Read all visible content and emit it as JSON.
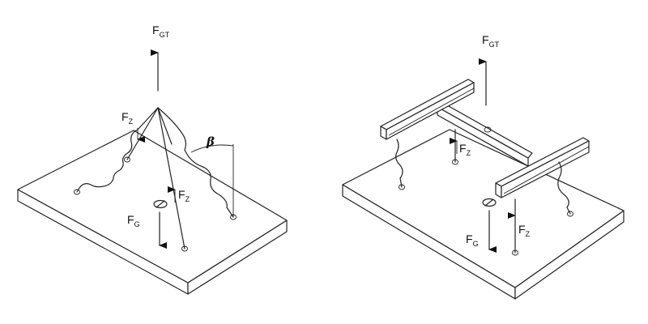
{
  "left_diagram": {
    "lift_force": {
      "main": "F",
      "sub": "GT"
    },
    "sling_force_top": {
      "main": "F",
      "sub": "Z"
    },
    "sling_force_mid": {
      "main": "F",
      "sub": "Z"
    },
    "weight_force": {
      "main": "F",
      "sub": "G"
    },
    "angle_label": "β"
  },
  "right_diagram": {
    "lift_force": {
      "main": "F",
      "sub": "GT"
    },
    "sling_force_upper": {
      "main": "F",
      "sub": "Z"
    },
    "sling_force_lower": {
      "main": "F",
      "sub": "Z"
    },
    "weight_force": {
      "main": "F",
      "sub": "G"
    }
  },
  "colors": {
    "line": "#222222",
    "background": "#ffffff"
  }
}
